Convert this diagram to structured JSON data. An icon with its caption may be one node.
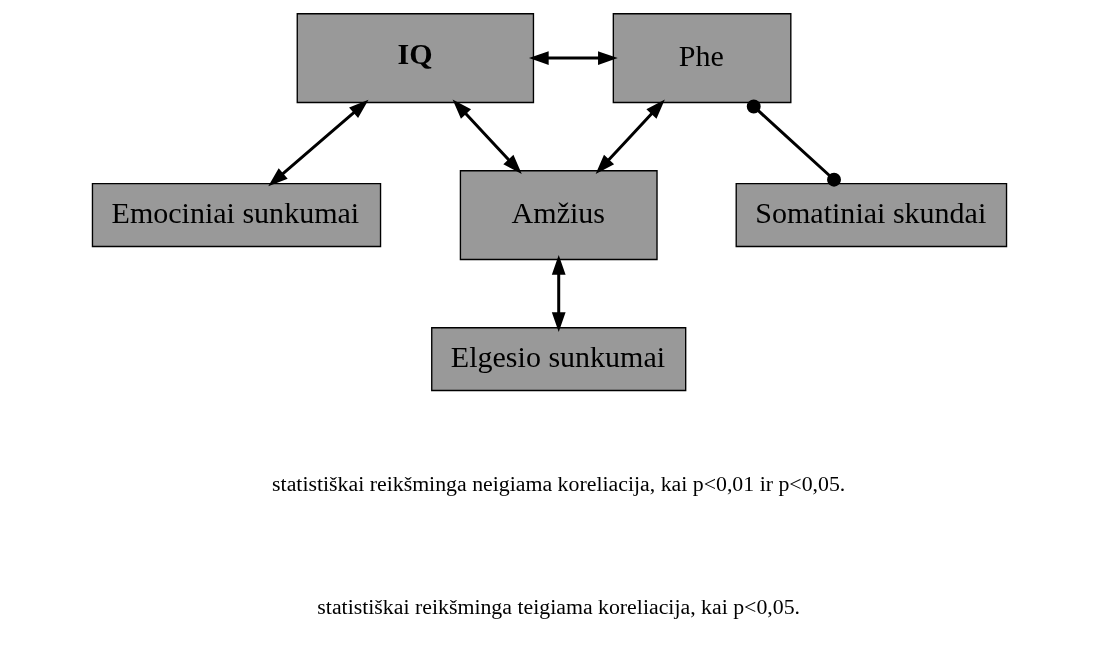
{
  "diagram": {
    "nodes": [
      {
        "text": [
          "IQ"
        ]
      },
      {
        "text": [
          "Phe"
        ]
      },
      {
        "text": [
          "Somatiniai skundai"
        ]
      },
      {
        "text": [
          "Amžius"
        ]
      },
      {
        "text": [
          "Emociniai sunkumai"
        ]
      },
      {
        "text": [
          "Elgesio sunkumai"
        ]
      }
    ],
    "edges": [
      {
        "from": 0,
        "to": 1,
        "arrow": "both"
      },
      {
        "from": 0,
        "to": 3,
        "arrow": "both"
      },
      {
        "from": 0,
        "to": 4,
        "arrow": "both"
      },
      {
        "from": 1,
        "to": 3,
        "arrow": "both"
      },
      {
        "from": 1,
        "to": 2,
        "arrow": "other"
      },
      {
        "from": 3,
        "to": 5,
        "arrow": "both"
      }
    ],
    "legend": [
      {
        "text": "statistiškai reikšminga neigiama koreliacija, kai p<0,01 ir p<0,05."
      },
      {
        "text": "statistiškai reikšminga teigiama koreliacija, kai p<0,05."
      }
    ]
  }
}
